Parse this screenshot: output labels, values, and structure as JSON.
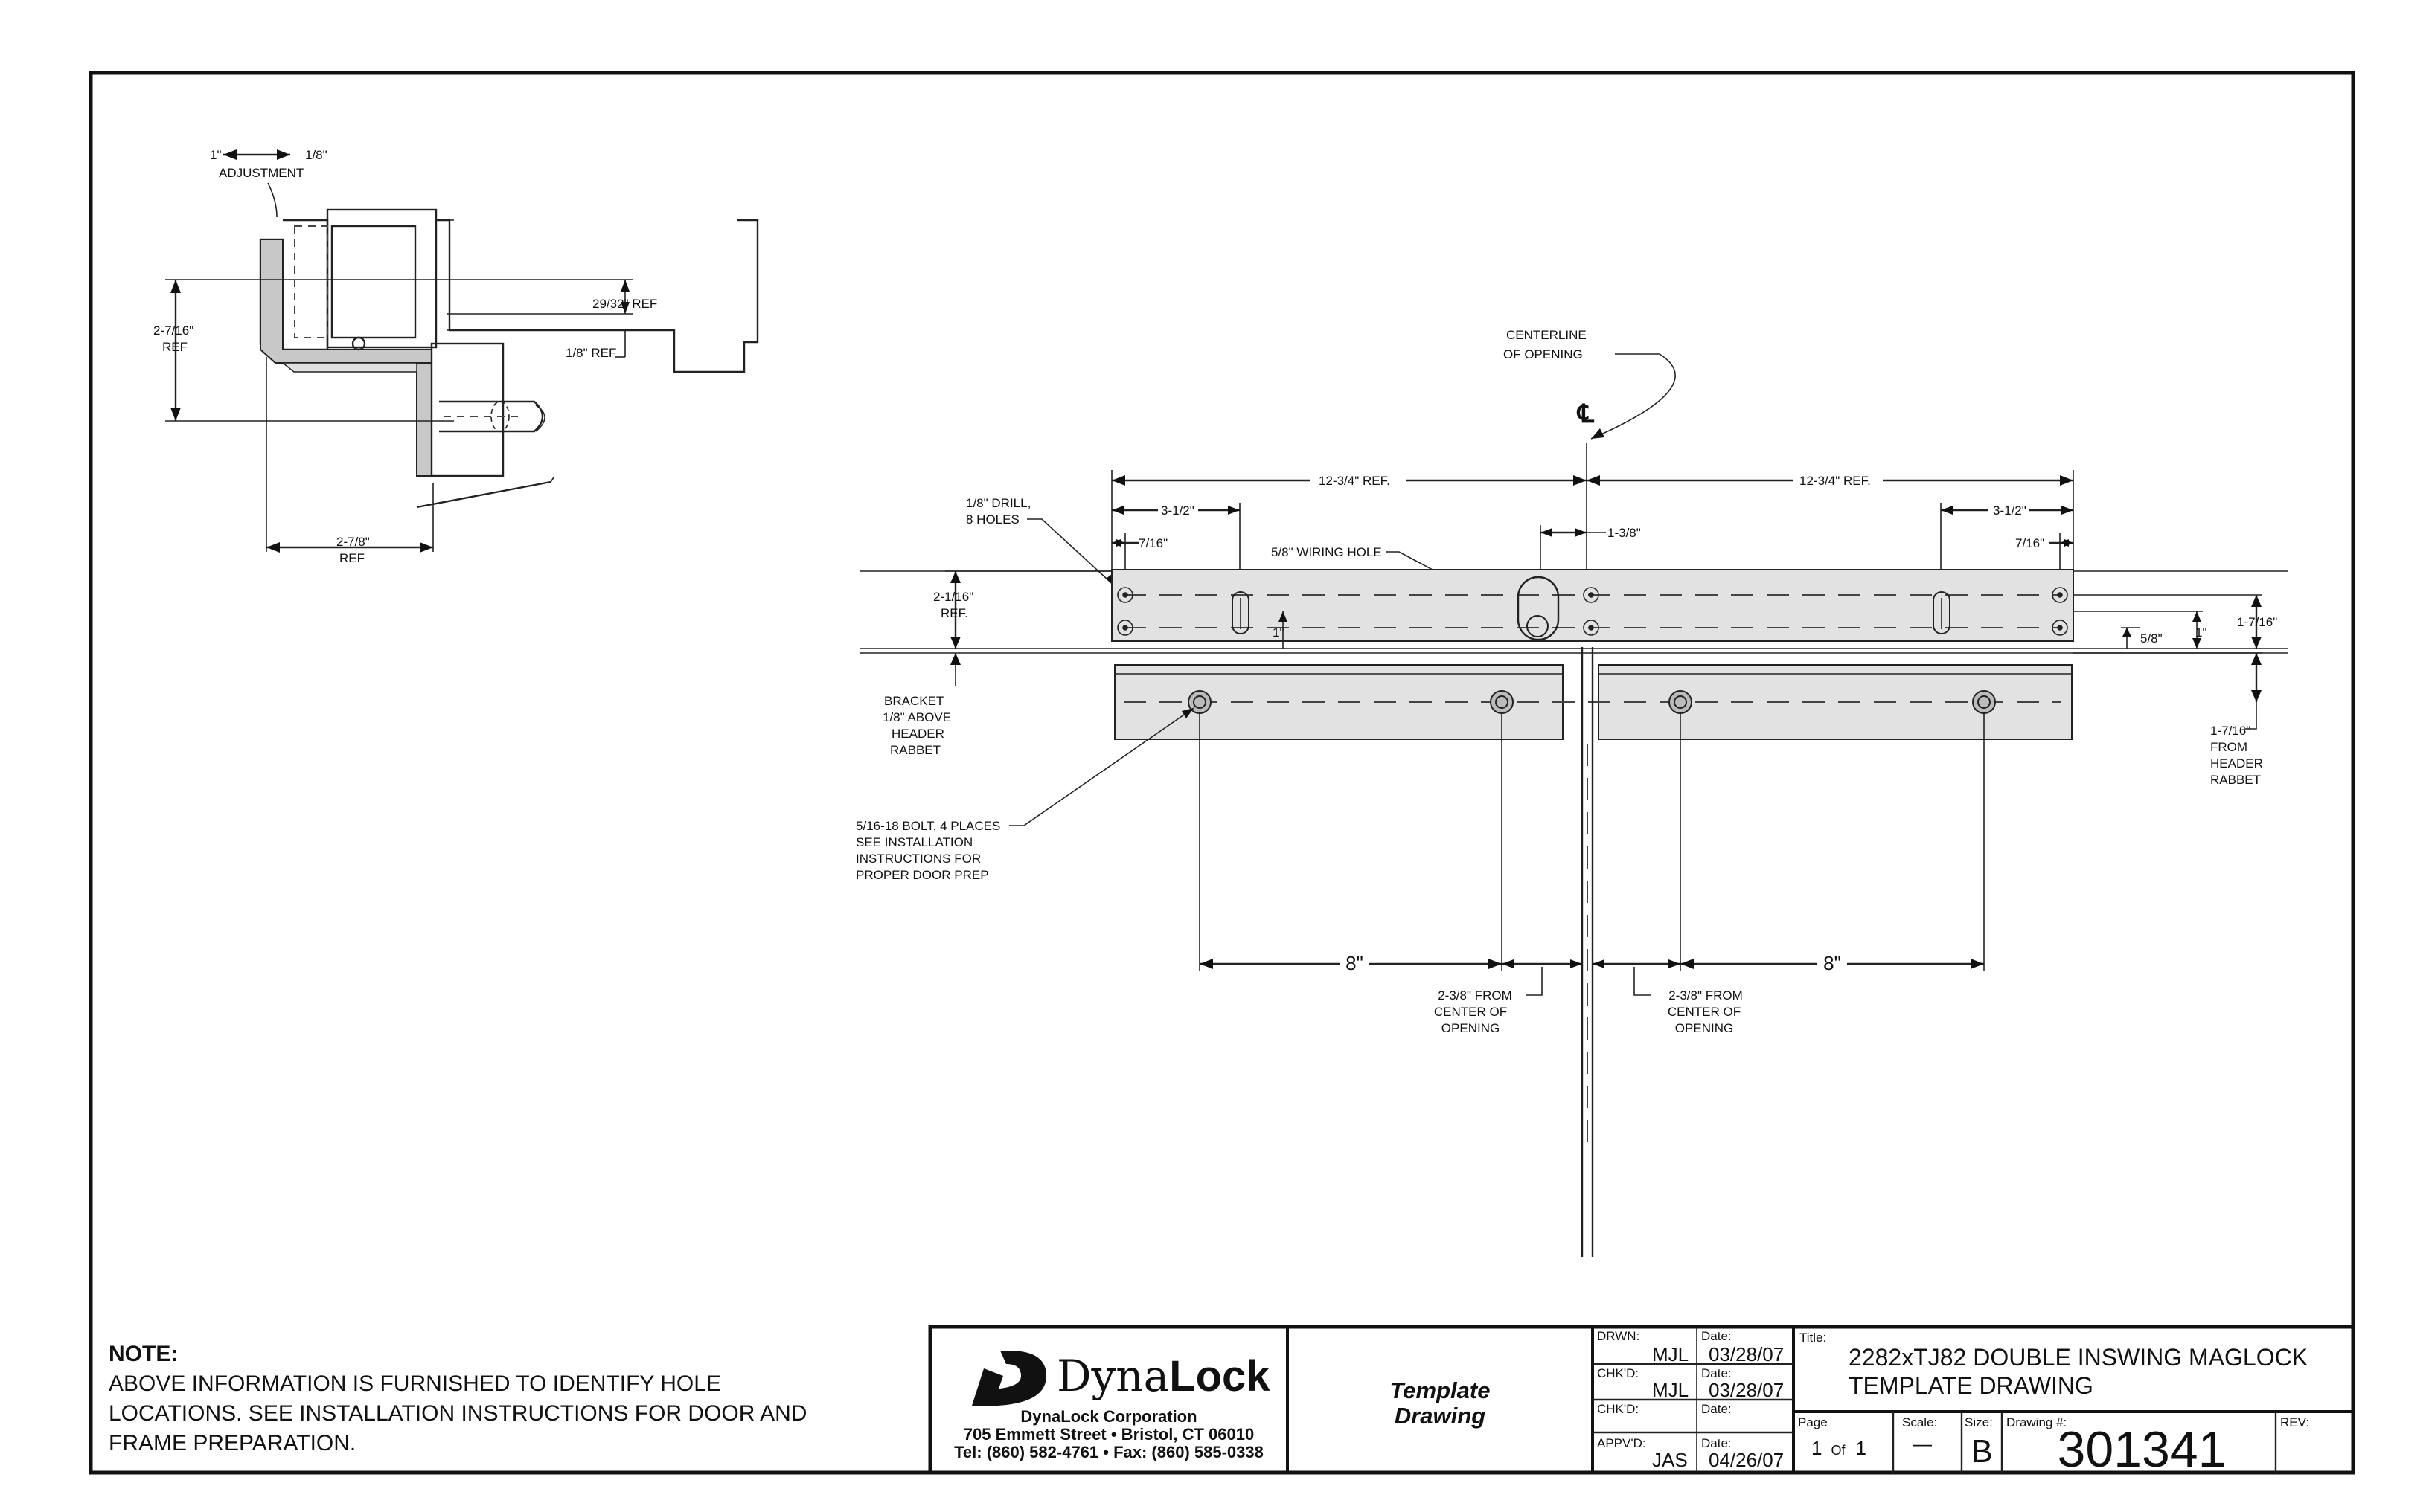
{
  "section_view": {
    "adjust_left": "1\"",
    "adjust_right": "1/8\"",
    "adjust_label": "ADJUSTMENT",
    "dim_left_1": "2-7/16\"",
    "dim_left_2": "REF",
    "dim_29_32": "29/32\" REF",
    "dim_1_8": "1/8\" REF",
    "dim_bottom_1": "2-7/8\"",
    "dim_bottom_2": "REF"
  },
  "template": {
    "centerline_1": "CENTERLINE",
    "centerline_2": "OF OPENING",
    "cl_symbol": "℄",
    "dim_12_34_left": "12-3/4\" REF.",
    "dim_12_34_right": "12-3/4\" REF.",
    "dim_3_12_left": "3-1/2\"",
    "dim_3_12_right": "3-1/2\"",
    "dim_7_16_left": "7/16\"",
    "dim_7_16_right": "7/16\"",
    "dim_1_38": "1-3/8\"",
    "drill_1": "1/8\" DRILL,",
    "drill_2": "8 HOLES",
    "wiring_hole": "5/8\" WIRING HOLE",
    "dim_2_116_1": "2-1/16\"",
    "dim_2_116_2": "REF.",
    "dim_1_in_left": "1\"",
    "dim_1_in_right": "1\"",
    "dim_5_8": "5/8\"",
    "dim_1_716": "1-7/16\"",
    "bracket_1": "BRACKET",
    "bracket_2": "1/8\" ABOVE",
    "bracket_3": "HEADER",
    "bracket_4": "RABBET",
    "header_1": "1-7/16\"",
    "header_2": "FROM",
    "header_3": "HEADER",
    "header_4": "RABBET",
    "bolt_1": "5/16-18 BOLT, 4 PLACES",
    "bolt_2": "SEE INSTALLATION",
    "bolt_3": "INSTRUCTIONS FOR",
    "bolt_4": "PROPER DOOR PREP",
    "dim_8_left": "8\"",
    "dim_8_right": "8\"",
    "center_left_1": "2-3/8\" FROM",
    "center_left_2": "CENTER OF",
    "center_left_3": "OPENING",
    "center_right_1": "2-3/8\" FROM",
    "center_right_2": "CENTER OF",
    "center_right_3": "OPENING"
  },
  "note": {
    "heading": "NOTE:",
    "line_1": "ABOVE INFORMATION IS FURNISHED TO IDENTIFY HOLE",
    "line_2": "LOCATIONS.  SEE INSTALLATION INSTRUCTIONS FOR DOOR AND",
    "line_3": "FRAME PREPARATION."
  },
  "title_block": {
    "brand_regular": "Dyna",
    "brand_bold": "Lock",
    "company": "DynaLock Corporation",
    "address": "705 Emmett Street • Bristol, CT  06010",
    "phone": "Tel: (860) 582-4761 • Fax: (860) 585-0338",
    "type_1": "Template",
    "type_2": "Drawing",
    "drwn_label": "DRWN:",
    "drwn_value": "MJL",
    "drwn_date_label": "Date:",
    "drwn_date": "03/28/07",
    "chkd1_label": "CHK'D:",
    "chkd1_value": "MJL",
    "chkd1_date_label": "Date:",
    "chkd1_date": "03/28/07",
    "chkd2_label": "CHK'D:",
    "chkd2_date_label": "Date:",
    "appvd_label": "APPV'D:",
    "appvd_value": "JAS",
    "appvd_date_label": "Date:",
    "appvd_date": "04/26/07",
    "title_label": "Title:",
    "title_1": "2282xTJ82 DOUBLE INSWING MAGLOCK",
    "title_2": "TEMPLATE DRAWING",
    "page_label": "Page",
    "page_value_a": "1",
    "page_value_of": "Of",
    "page_value_b": "1",
    "scale_label": "Scale:",
    "scale_value": "—",
    "size_label": "Size:",
    "size_value": "B",
    "drawing_label": "Drawing #:",
    "drawing_number": "301341",
    "rev_label": "REV:"
  }
}
